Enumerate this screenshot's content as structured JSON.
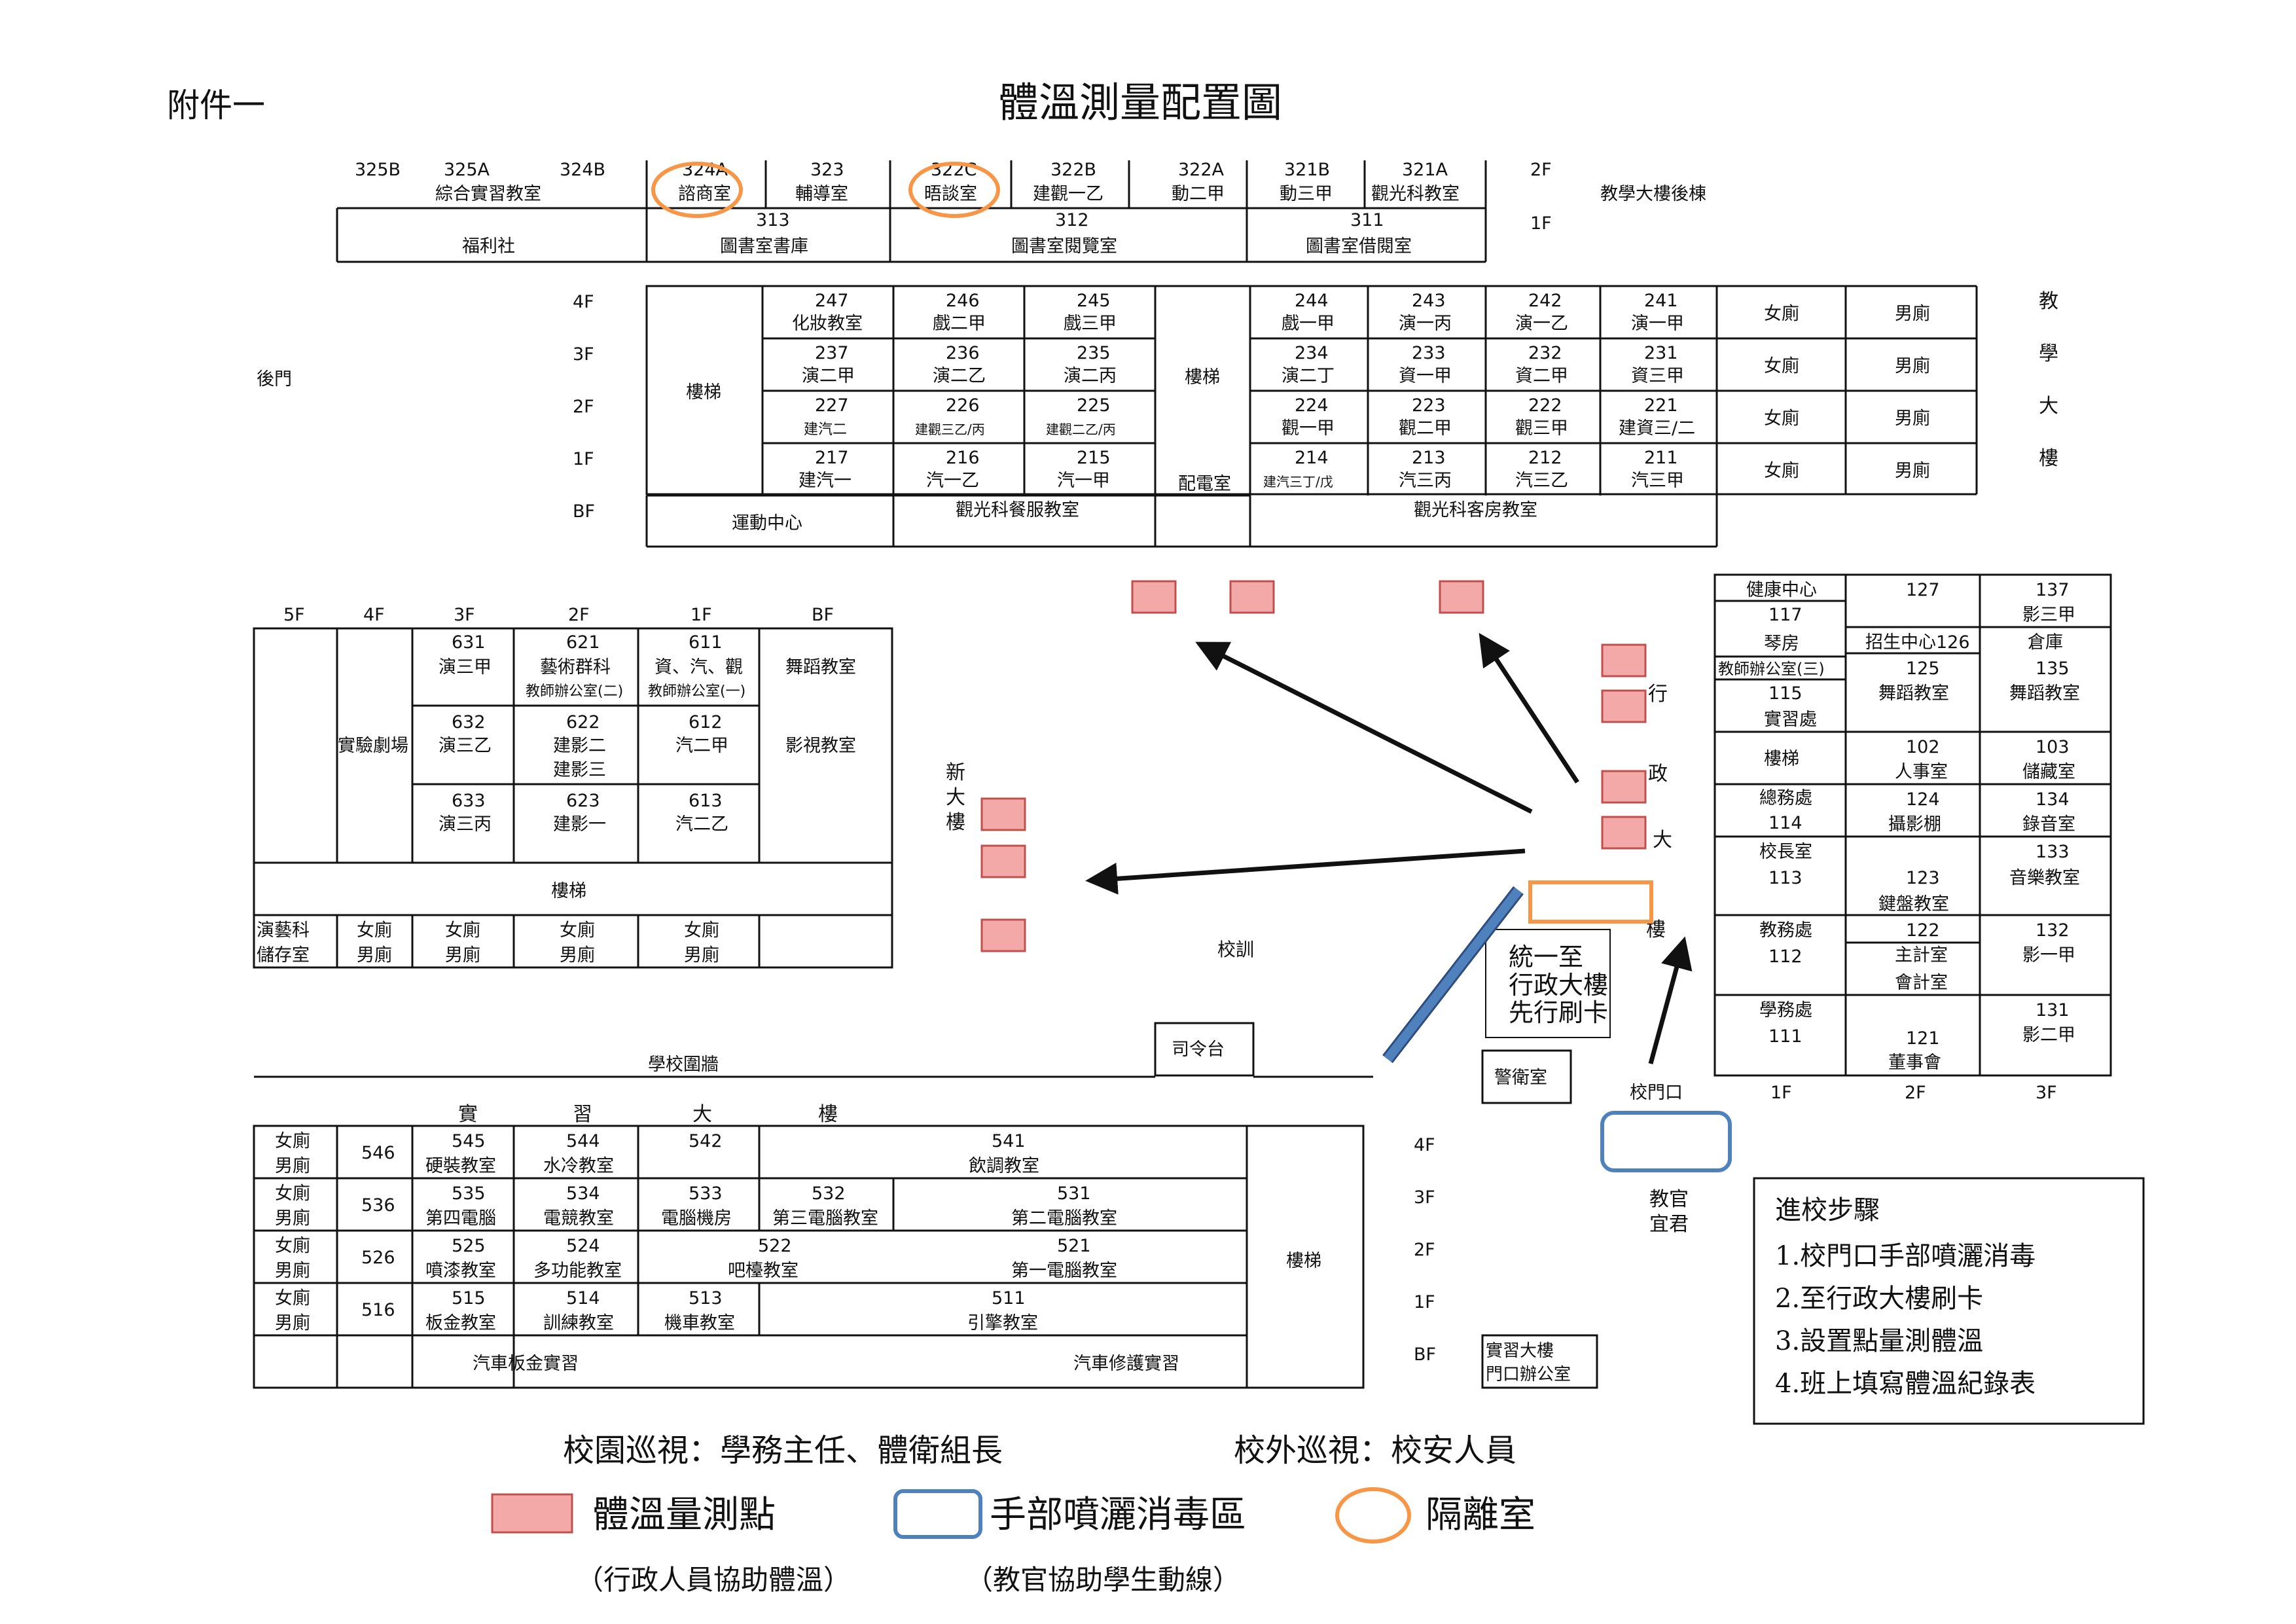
{
  "header": {
    "attachment": "附件一",
    "title": "體溫測量配置圖"
  },
  "top": {
    "row1": [
      "325B",
      "325A",
      "324B",
      "324A",
      "323",
      "322C",
      "322B",
      "322A",
      "321B",
      "321A",
      "2F"
    ],
    "row2": [
      "綜合實習教室",
      "諮商室",
      "輔導室",
      "晤談室",
      "建觀一乙",
      "動二甲",
      "動三甲",
      "觀光科教室"
    ],
    "row3": [
      "福利社",
      "313",
      "圖書室書庫",
      "312",
      "圖書室閱覽室",
      "311",
      "圖書室借閱室",
      "1F"
    ],
    "side": "教學大樓後棟"
  },
  "main": {
    "floors": [
      "4F",
      "3F",
      "2F",
      "1F",
      "BF"
    ],
    "rooms": [
      [
        "247",
        "化妝教室",
        "246",
        "戲二甲",
        "245",
        "戲三甲",
        "244",
        "戲一甲",
        "243",
        "演一丙",
        "242",
        "演一乙",
        "241",
        "演一甲"
      ],
      [
        "237",
        "演二甲",
        "236",
        "演二乙",
        "235",
        "演二丙",
        "234",
        "演二丁",
        "233",
        "資一甲",
        "232",
        "資二甲",
        "231",
        "資三甲"
      ],
      [
        "227",
        "建汽二",
        "226",
        "建觀三乙/丙",
        "225",
        "建觀二乙/丙",
        "224",
        "觀一甲",
        "223",
        "觀二甲",
        "222",
        "觀三甲",
        "221",
        "建資三/二"
      ],
      [
        "217",
        "建汽一",
        "216",
        "汽一乙",
        "215",
        "汽一甲",
        "214",
        "建汽三丁/戊",
        "213",
        "汽三丙",
        "212",
        "汽三乙",
        "211",
        "汽三甲"
      ]
    ],
    "stairs": "樓梯",
    "power": "配電室",
    "female": "女廁",
    "male": "男廁",
    "bf": [
      "運動中心",
      "觀光科餐服教室",
      "觀光科客房教室"
    ],
    "side_label": [
      "教",
      "學",
      "大",
      "樓"
    ],
    "back_gate": "後門"
  },
  "left": {
    "floors": [
      "5F",
      "4F",
      "3F",
      "2F",
      "1F",
      "BF"
    ],
    "theater": "實驗劇場",
    "rooms": [
      [
        "631",
        "演三甲",
        "621",
        "藝術群科",
        "教師辦公室(二)",
        "611",
        "資、汽、觀",
        "教師辦公室(一)"
      ],
      [
        "632",
        "演三乙",
        "622",
        "建影二",
        "建影三",
        "612",
        "汽二甲"
      ],
      [
        "633",
        "演三丙",
        "623",
        "建影一",
        "613",
        "汽二乙"
      ]
    ],
    "bf": [
      "舞蹈教室",
      "影視教室"
    ],
    "stairs": "樓梯",
    "storage": [
      "演藝科",
      "儲存室"
    ],
    "female": "女廁",
    "male": "男廁",
    "new_bldg": [
      "新",
      "大",
      "樓"
    ]
  },
  "right": {
    "floors": [
      "1F",
      "2F",
      "3F"
    ],
    "c1": [
      "健康中心",
      "117",
      "琴房",
      "教師辦公室(三)",
      "115",
      "實習處",
      "樓梯",
      "總務處",
      "114",
      "校長室",
      "113",
      "教務處",
      "112",
      "學務處",
      "111"
    ],
    "c2": [
      "127",
      "招生中心126",
      "125",
      "舞蹈教室",
      "102",
      "人事室",
      "124",
      "攝影棚",
      "123",
      "鍵盤教室",
      "122",
      "主計室",
      "會計室",
      "121",
      "董事會"
    ],
    "c3": [
      "137",
      "影三甲",
      "倉庫",
      "135",
      "舞蹈教室",
      "103",
      "儲藏室",
      "134",
      "錄音室",
      "133",
      "音樂教室",
      "132",
      "影一甲",
      "131",
      "影二甲"
    ]
  },
  "center": {
    "admin": [
      "行",
      "政",
      "大",
      "樓"
    ],
    "motto": "校訓",
    "podium": "司令台",
    "fence": "學校圍牆",
    "guard": "警衛室",
    "gate": "校門口",
    "card_note": [
      "統一至",
      "行政大樓",
      "先行刷卡"
    ],
    "officer": [
      "教官",
      "宜君"
    ]
  },
  "practice": {
    "title": [
      "實",
      "習",
      "大",
      "樓"
    ],
    "floors": [
      "4F",
      "3F",
      "2F",
      "1F",
      "BF"
    ],
    "female": "女廁",
    "male": "男廁",
    "rooms": [
      [
        "546",
        "545",
        "硬裝教室",
        "544",
        "水冷教室",
        "542",
        "541",
        "飲調教室"
      ],
      [
        "536",
        "535",
        "第四電腦",
        "534",
        "電競教室",
        "533",
        "電腦機房",
        "532",
        "第三電腦教室",
        "531",
        "第二電腦教室"
      ],
      [
        "526",
        "525",
        "噴漆教室",
        "524",
        "多功能教室",
        "522",
        "吧檯教室",
        "521",
        "第一電腦教室"
      ],
      [
        "516",
        "515",
        "板金教室",
        "514",
        "訓練教室",
        "513",
        "機車教室",
        "511",
        "引擎教室"
      ]
    ],
    "bf": [
      "汽車板金實習",
      "汽車修護實習"
    ],
    "stairs": "樓梯",
    "office": [
      "實習大樓",
      "門口辦公室"
    ]
  },
  "steps": {
    "title": "進校步驟",
    "items": [
      "1.校門口手部噴灑消毒",
      "2.至行政大樓刷卡",
      "3.設置點量測體溫",
      "4.班上填寫體溫紀錄表"
    ]
  },
  "patrol": {
    "campus": "校園巡視：學務主任、體衛組長",
    "outside": "校外巡視：校安人員"
  },
  "legend": {
    "temp": "體溫量測點",
    "sanitize": "手部噴灑消毒區",
    "isolation": "隔離室",
    "temp_note": "（行政人員協助體溫）",
    "sanitize_note": "（教官協助學生動線）"
  },
  "colors": {
    "temp_fill": "#f4a9a9",
    "temp_stroke": "#c0504d",
    "sanitize": "#4f81bd",
    "isolation": "#f79646",
    "arrow": "#111111"
  }
}
